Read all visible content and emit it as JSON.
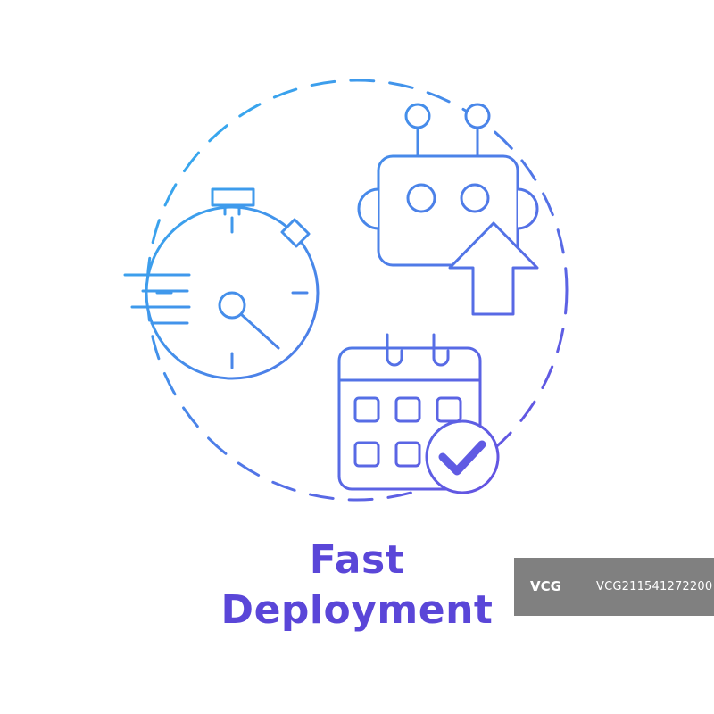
{
  "title": {
    "line1": "Fast",
    "line2": "Deployment"
  },
  "icons": [
    "stopwatch-icon",
    "robot-icon",
    "up-arrow-icon",
    "calendar-icon",
    "checkmark-icon"
  ],
  "colors": {
    "gradient_start": "#2fb8f0",
    "gradient_end": "#6a47e0",
    "title": "#5a46d8",
    "watermark_bg": "#808080"
  },
  "watermark": {
    "logo": "VCG",
    "code": "VCG211541272200"
  }
}
